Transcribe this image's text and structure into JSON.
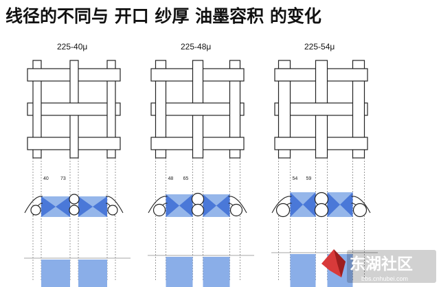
{
  "title": "线径的不同与 开口 纱厚 油墨容积 的变化",
  "panels": [
    {
      "label": "225-40μ",
      "open_a": "40",
      "open_b": "73"
    },
    {
      "label": "225-48μ",
      "open_a": "48",
      "open_b": "65"
    },
    {
      "label": "225-54μ",
      "open_a": "54",
      "open_b": "59"
    }
  ],
  "watermark": {
    "text": "东湖社区",
    "url": "bbs.cnhubei.com"
  },
  "colors": {
    "ink": "#4a78d8",
    "ink_light": "#8aaee8",
    "stroke": "#222222",
    "watermark_red": "#d83a3a"
  }
}
